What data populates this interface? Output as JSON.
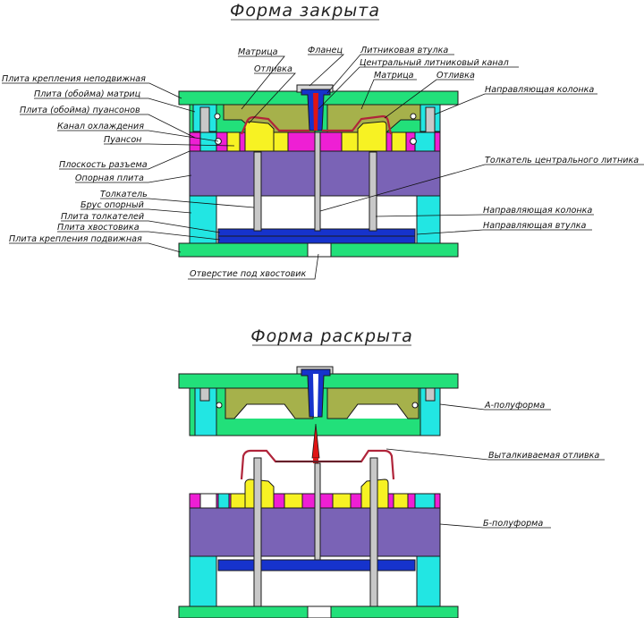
{
  "titles": {
    "closed": "Форма закрыта",
    "open": "Форма раскрыта"
  },
  "labels": {
    "fixed_clamp_plate": "Плита крепления неподвижная",
    "cavity_plate": "Плита (обойма) матриц",
    "punch_plate": "Плита (обойма) пуансонов",
    "cooling_channel": "Канал охлаждения",
    "punch": "Пуансон",
    "parting_plane": "Плоскость разъема",
    "support_plate": "Опорная плита",
    "ejector_pin": "Толкатель",
    "support_block": "Брус опорный",
    "ejector_plate": "Плита толкателей",
    "tail_plate": "Плита хвостовика",
    "moving_clamp_plate": "Плита крепления подвижная",
    "matrix_1": "Матрица",
    "casting_1": "Отливка",
    "flange": "Фланец",
    "sprue_bushing": "Литниковая втулка",
    "central_runner": "Центральный литниковый канал",
    "matrix_2": "Матрица",
    "casting_2": "Отливка",
    "guide_column_1": "Направляющая колонка",
    "sprue_ejector": "Толкатель центрального литника",
    "guide_column_2": "Направляющая колонка",
    "guide_bushing": "Направляющая втулка",
    "tail_hole": "Отверстие под хвостовик",
    "half_a": "А-полуформа",
    "ejected_casting": "Выталкиваемая отливка",
    "half_b": "Б-полуформа"
  },
  "colors": {
    "green": "#22e07a",
    "olive": "#a6b14b",
    "cyan": "#22e6e3",
    "yellow": "#f7f223",
    "magenta": "#ee1fd4",
    "purple": "#7a63b6",
    "blue": "#1633cc",
    "red": "#e01414",
    "gray": "#c8c8c8",
    "brown": "#b0243a"
  }
}
